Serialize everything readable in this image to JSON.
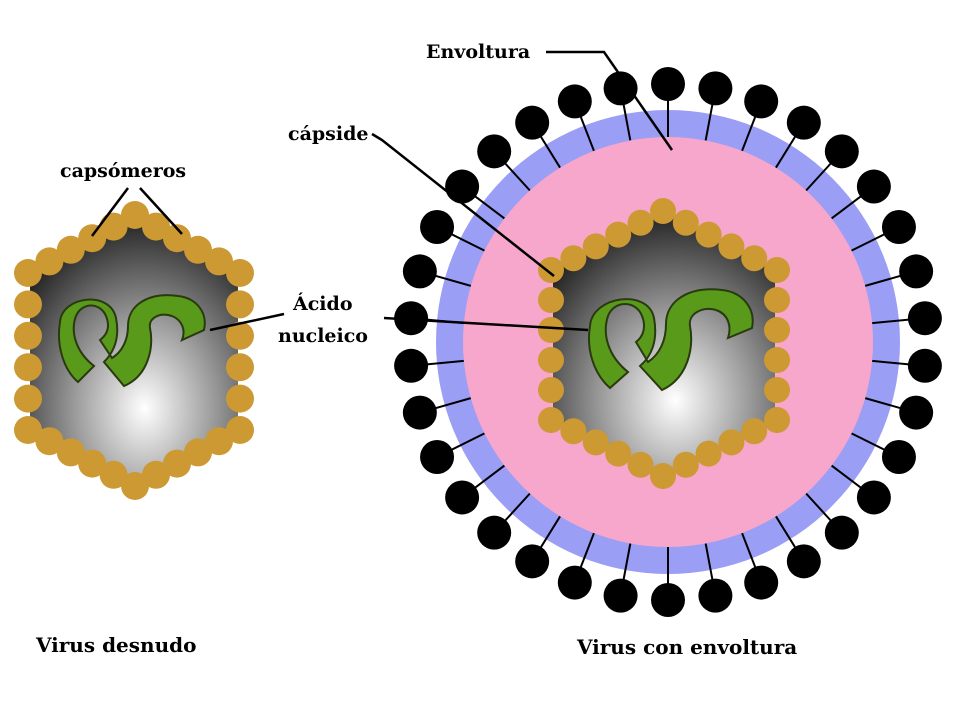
{
  "labels": {
    "capsomeros": "capsómeros",
    "acido_line1": "Ácido",
    "acido_line2": "nucleico",
    "capside": "cápside",
    "envoltura": "Envoltura"
  },
  "captions": {
    "naked": "Virus desnudo",
    "enveloped": "Virus con envoltura"
  },
  "colors": {
    "capsomere": "#cc9933",
    "nucleic_acid": "#5a9a1a",
    "envelope": "#9a9ef5",
    "capsid_matrix": "#f7a6cc",
    "spike": "#000000",
    "core_dark": "#1a1a1a",
    "core_light": "#ffffff"
  }
}
